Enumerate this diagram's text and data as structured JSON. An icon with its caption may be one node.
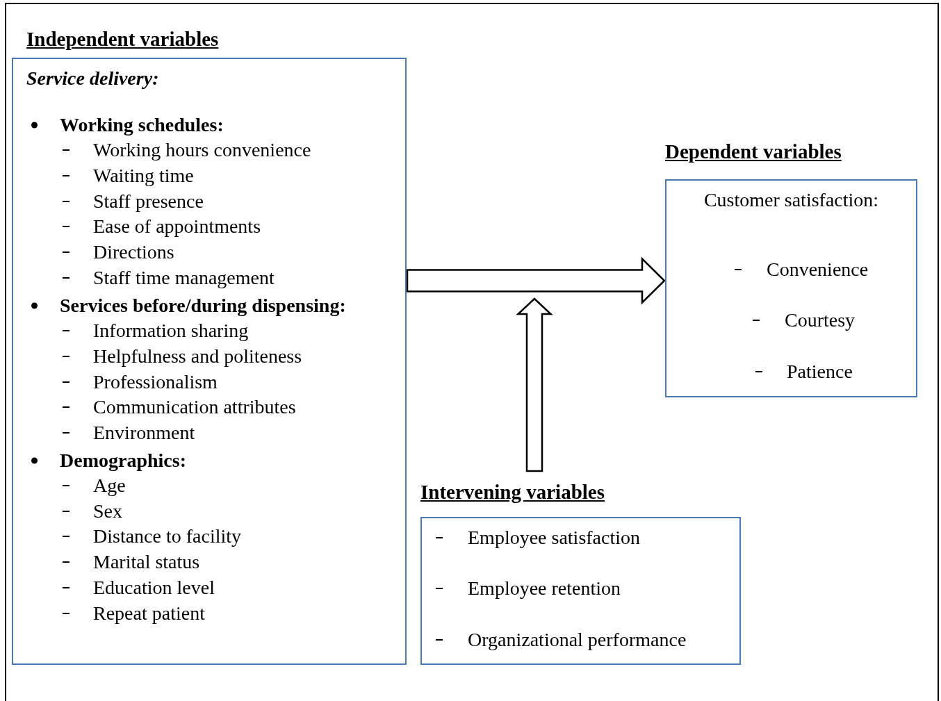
{
  "diagram": {
    "nodes": [
      {
        "text": [
          "Independent variables",
          "Service delivery:",
          "Working schedules:",
          "Working hours convenience",
          "Waiting time",
          "Staff presence",
          "Ease of appointments",
          "Directions",
          "Staff time management",
          "Services before/during dispensing:",
          "Information sharing",
          "Helpfulness and politeness",
          "Professionalism",
          "Communication attributes",
          "Environment",
          "Demographics:",
          "Age",
          "Sex",
          "Distance to facility",
          "Marital status",
          "Education level",
          "Repeat patient"
        ]
      },
      {
        "text": [
          "Dependent variables",
          "Customer satisfaction:",
          "Convenience",
          "Courtesy",
          "Patience"
        ]
      },
      {
        "text": [
          "Intervening variables",
          "Employee satisfaction",
          "Employee retention",
          "Organizational performance"
        ]
      }
    ],
    "edges": [
      {
        "from": 0,
        "to": 1,
        "arrow": "to"
      },
      {
        "from": 2,
        "to": null,
        "arrow": "to"
      }
    ]
  }
}
